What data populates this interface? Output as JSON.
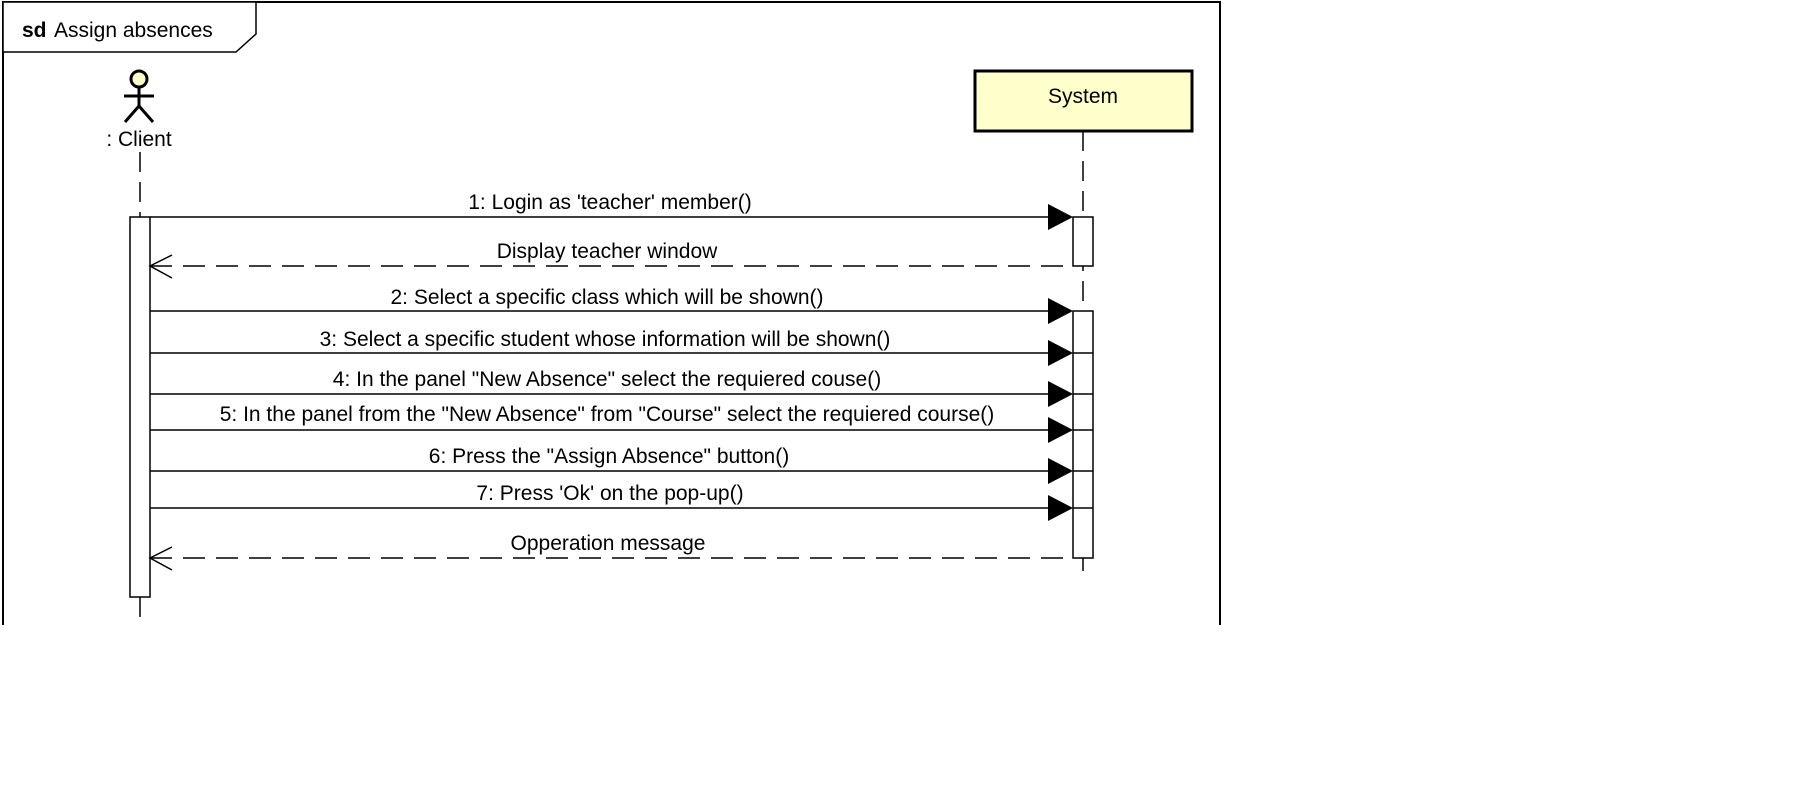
{
  "frame": {
    "keyword": "sd",
    "title": "Assign absences"
  },
  "lifelines": {
    "client": {
      "label": ": Client"
    },
    "system": {
      "label": "System",
      "fill": "#ffffcc"
    }
  },
  "messages": [
    {
      "label": "1: Login as 'teacher' member()",
      "kind": "sync"
    },
    {
      "label": "Display teacher window",
      "kind": "reply"
    },
    {
      "label": "2: Select a specific class which will be shown()",
      "kind": "sync"
    },
    {
      "label": "3: Select a specific student whose information will be shown()",
      "kind": "sync"
    },
    {
      "label": "4: In the panel \"New Absence\" select the requiered couse()",
      "kind": "sync"
    },
    {
      "label": "5: In the panel from the \"New Absence\" from \"Course\" select the requiered course()",
      "kind": "sync"
    },
    {
      "label": "6: Press the \"Assign Absence\" button()",
      "kind": "sync"
    },
    {
      "label": "7: Press 'Ok' on the pop-up()",
      "kind": "sync"
    },
    {
      "label": "Opperation message",
      "kind": "reply"
    }
  ]
}
